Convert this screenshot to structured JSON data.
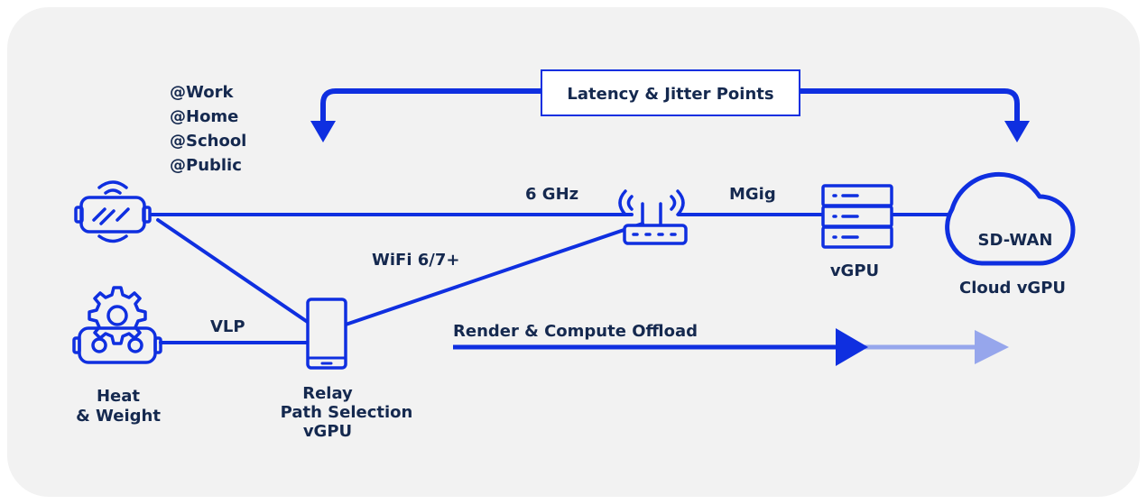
{
  "colors": {
    "accent": "#0f2fe0",
    "accent_light": "#96a6ec",
    "text": "#15294f",
    "panel": "#f2f2f2"
  },
  "banner": {
    "text": "Latency & Jitter Points"
  },
  "locations": [
    "@Work",
    "@Home",
    "@School",
    "@Public"
  ],
  "links": {
    "six_ghz": "6 GHz",
    "mgig": "MGig",
    "wifi": "WiFi 6/7+",
    "vlp": "VLP"
  },
  "nodes": {
    "headset": {
      "icon": "vr-headset-icon"
    },
    "accessory": {
      "icon": "gear-controller-icon",
      "label_lines": [
        "Heat",
        "& Weight"
      ]
    },
    "relay": {
      "icon": "phone-icon",
      "label_lines": [
        "Relay",
        "Path Selection",
        "vGPU"
      ]
    },
    "router": {
      "icon": "wifi-router-icon"
    },
    "server": {
      "icon": "server-rack-icon",
      "label": "vGPU"
    },
    "cloud": {
      "icon": "cloud-icon",
      "inner_label": "SD-WAN",
      "label": "Cloud vGPU"
    }
  },
  "offload": {
    "label": "Render & Compute Offload"
  }
}
